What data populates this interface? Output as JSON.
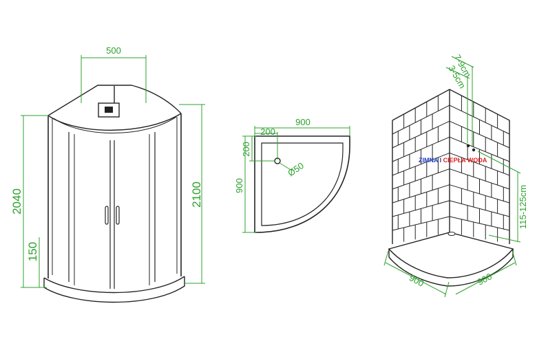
{
  "front_view": {
    "width_label": "500",
    "height_total_label": "2040",
    "height_overall_label": "2100",
    "tray_height_label": "150"
  },
  "top_view": {
    "width_label": "900",
    "depth_label": "900",
    "drain_offset_x_label": "200",
    "drain_offset_y_label": "200",
    "drain_diameter_label": "Ø50"
  },
  "iso_view": {
    "pipe_spacing_label": "7-9cm",
    "pipe_offset_label": "3-5cm",
    "water_label_cold": "ZIMNA I ",
    "water_label_hot": "CIEPŁA WODA",
    "valve_height_label": "115-125cm",
    "base_left_label": "900",
    "base_right_label": "900"
  },
  "colors": {
    "dimension": "#2ca02c",
    "outline": "#222222",
    "cold_water": "#1f3fbf",
    "hot_water": "#e02020"
  }
}
